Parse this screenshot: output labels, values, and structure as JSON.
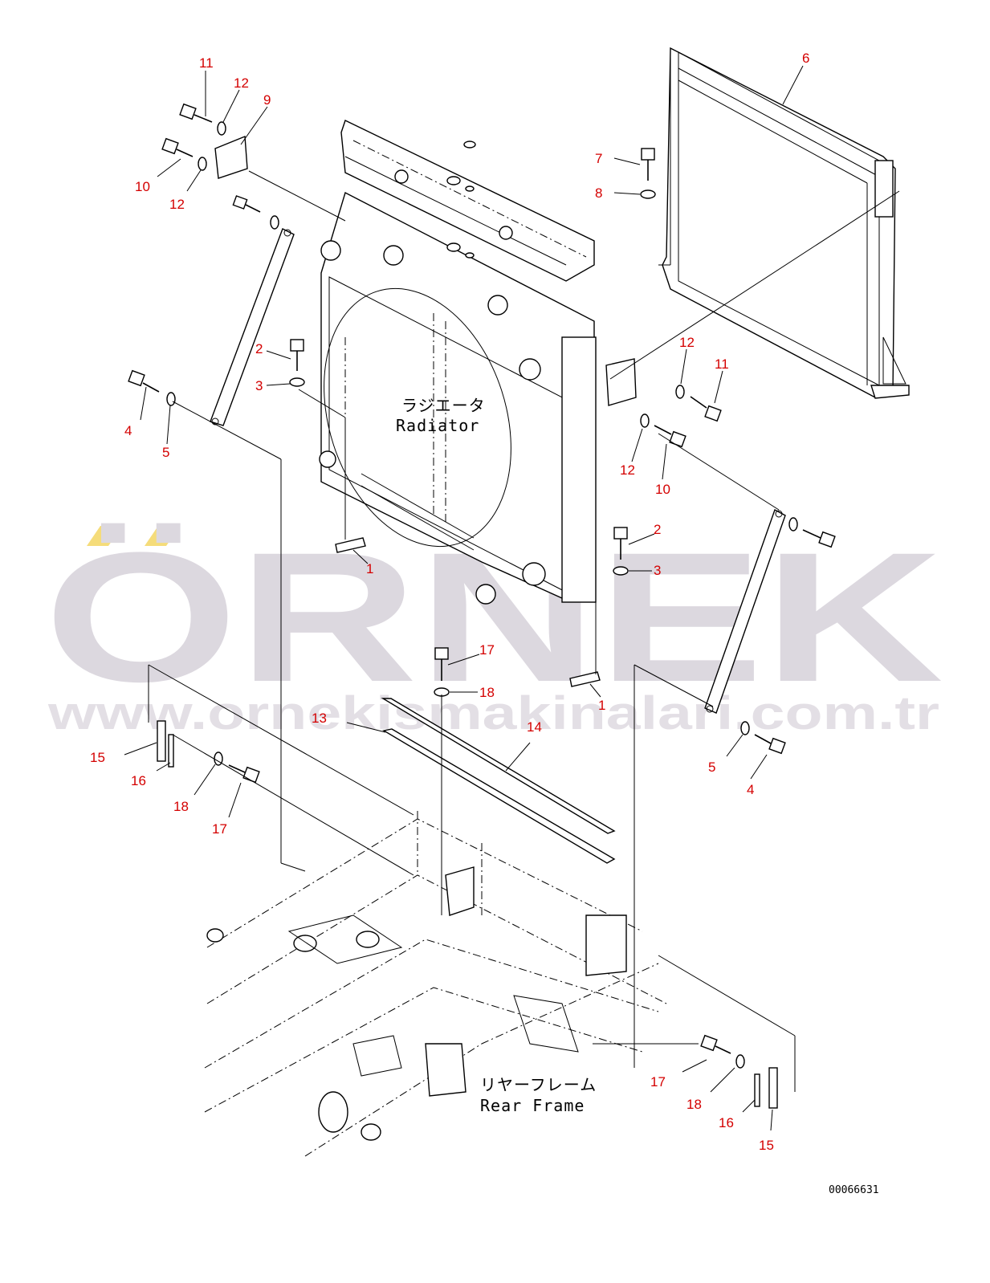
{
  "watermark": {
    "brand": "ÖRNEK",
    "website": "www.ornekismakinalari.com.tr",
    "accent_color": "#f5dc7a"
  },
  "labels": {
    "radiator_jp": "ラジエータ",
    "radiator_en": "Radiator",
    "rear_frame_jp": "リヤーフレーム",
    "rear_frame_en": "Rear Frame"
  },
  "drawing_code": "00066631",
  "callouts": [
    {
      "id": "c11a",
      "num": "11"
    },
    {
      "id": "c12a",
      "num": "12"
    },
    {
      "id": "c9",
      "num": "9"
    },
    {
      "id": "c10a",
      "num": "10"
    },
    {
      "id": "c12b",
      "num": "12"
    },
    {
      "id": "c6",
      "num": "6"
    },
    {
      "id": "c7",
      "num": "7"
    },
    {
      "id": "c8",
      "num": "8"
    },
    {
      "id": "c2a",
      "num": "2"
    },
    {
      "id": "c3a",
      "num": "3"
    },
    {
      "id": "c4a",
      "num": "4"
    },
    {
      "id": "c5a",
      "num": "5"
    },
    {
      "id": "c12c",
      "num": "12"
    },
    {
      "id": "c11b",
      "num": "11"
    },
    {
      "id": "c12d",
      "num": "12"
    },
    {
      "id": "c10b",
      "num": "10"
    },
    {
      "id": "c2b",
      "num": "2"
    },
    {
      "id": "c3b",
      "num": "3"
    },
    {
      "id": "c1a",
      "num": "1"
    },
    {
      "id": "c17a",
      "num": "17"
    },
    {
      "id": "c18a",
      "num": "18"
    },
    {
      "id": "c1b",
      "num": "1"
    },
    {
      "id": "c13",
      "num": "13"
    },
    {
      "id": "c14",
      "num": "14"
    },
    {
      "id": "c15a",
      "num": "15"
    },
    {
      "id": "c16a",
      "num": "16"
    },
    {
      "id": "c18b",
      "num": "18"
    },
    {
      "id": "c17b",
      "num": "17"
    },
    {
      "id": "c5b",
      "num": "5"
    },
    {
      "id": "c4b",
      "num": "4"
    },
    {
      "id": "c17c",
      "num": "17"
    },
    {
      "id": "c18c",
      "num": "18"
    },
    {
      "id": "c16b",
      "num": "16"
    },
    {
      "id": "c15b",
      "num": "15"
    }
  ]
}
